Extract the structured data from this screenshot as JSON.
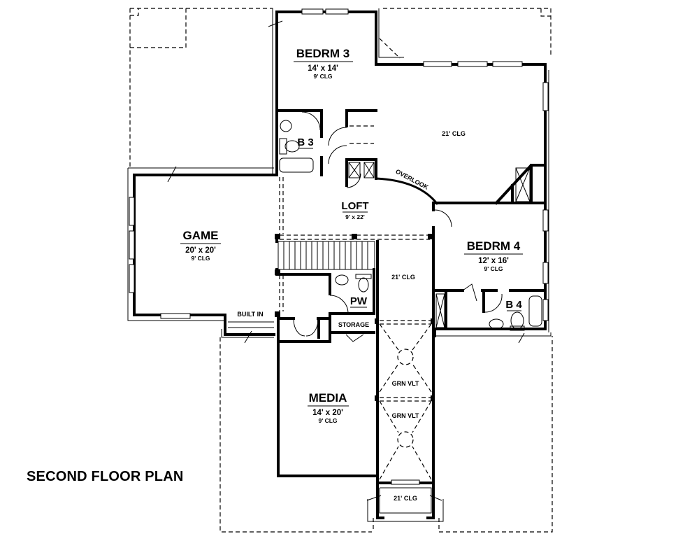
{
  "plan_title": "SECOND FLOOR PLAN",
  "rooms": {
    "bedroom3": {
      "name": "BEDRM 3",
      "size": "14' x 14'",
      "ceiling": "9' CLG"
    },
    "open_to_below_upper": {
      "ceiling": "21' CLG"
    },
    "bath3": {
      "name": "B 3"
    },
    "overlook": {
      "name": "OVERLOOK"
    },
    "loft": {
      "name": "LOFT",
      "size": "9' x 22'"
    },
    "game": {
      "name": "GAME",
      "size": "20' x 20'",
      "ceiling": "9' CLG"
    },
    "bedroom4": {
      "name": "BEDRM 4",
      "size": "12' x 16'",
      "ceiling": "9' CLG"
    },
    "stair_open_area": {
      "ceiling": "21' CLG"
    },
    "powder": {
      "name": "PW"
    },
    "bath4": {
      "name": "B 4"
    },
    "built_in": {
      "name": "BUILT IN"
    },
    "storage": {
      "name": "STORAGE"
    },
    "media": {
      "name": "MEDIA",
      "size": "14' x 20'",
      "ceiling": "9' CLG"
    },
    "groin_vault_1": {
      "name": "GRN VLT"
    },
    "groin_vault_2": {
      "name": "GRN VLT"
    },
    "entry_porch": {
      "ceiling": "21' CLG"
    }
  }
}
